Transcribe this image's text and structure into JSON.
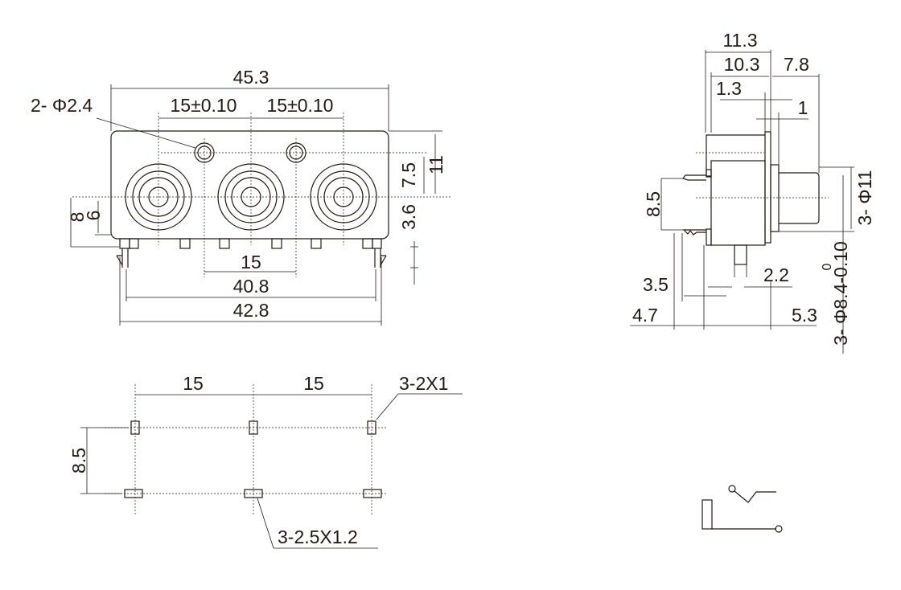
{
  "front_view": {
    "overall_width": "45.3",
    "jack_pitch_left": "15±0.10",
    "jack_pitch_right": "15±0.10",
    "hole_callout": "2- Φ2.4",
    "height_total": "11",
    "height_upper": "7.5",
    "height_lower": "3.6",
    "left_8": "8",
    "left_6": "6",
    "pin_pitch": "15",
    "pin_span": "40.8",
    "clip_span": "42.8"
  },
  "side_view": {
    "dim_11_3": "11.3",
    "dim_10_3": "10.3",
    "dim_7_8": "7.8",
    "dim_1_3": "1.3",
    "dim_1": "1",
    "dim_8_5": "8.5",
    "dim_3_5": "3.5",
    "dim_2_2": "2.2",
    "dim_4_7": "4.7",
    "dim_5_3": "5.3",
    "diameter_11": "3- Φ11",
    "diameter_8_4": "3- Φ8.4-0.10",
    "tolerance_upper": "0"
  },
  "footprint": {
    "pitch_left": "15",
    "pitch_right": "15",
    "row_spacing": "8.5",
    "small_pads": "3-2X1",
    "large_pads": "3-2.5X1.2"
  }
}
